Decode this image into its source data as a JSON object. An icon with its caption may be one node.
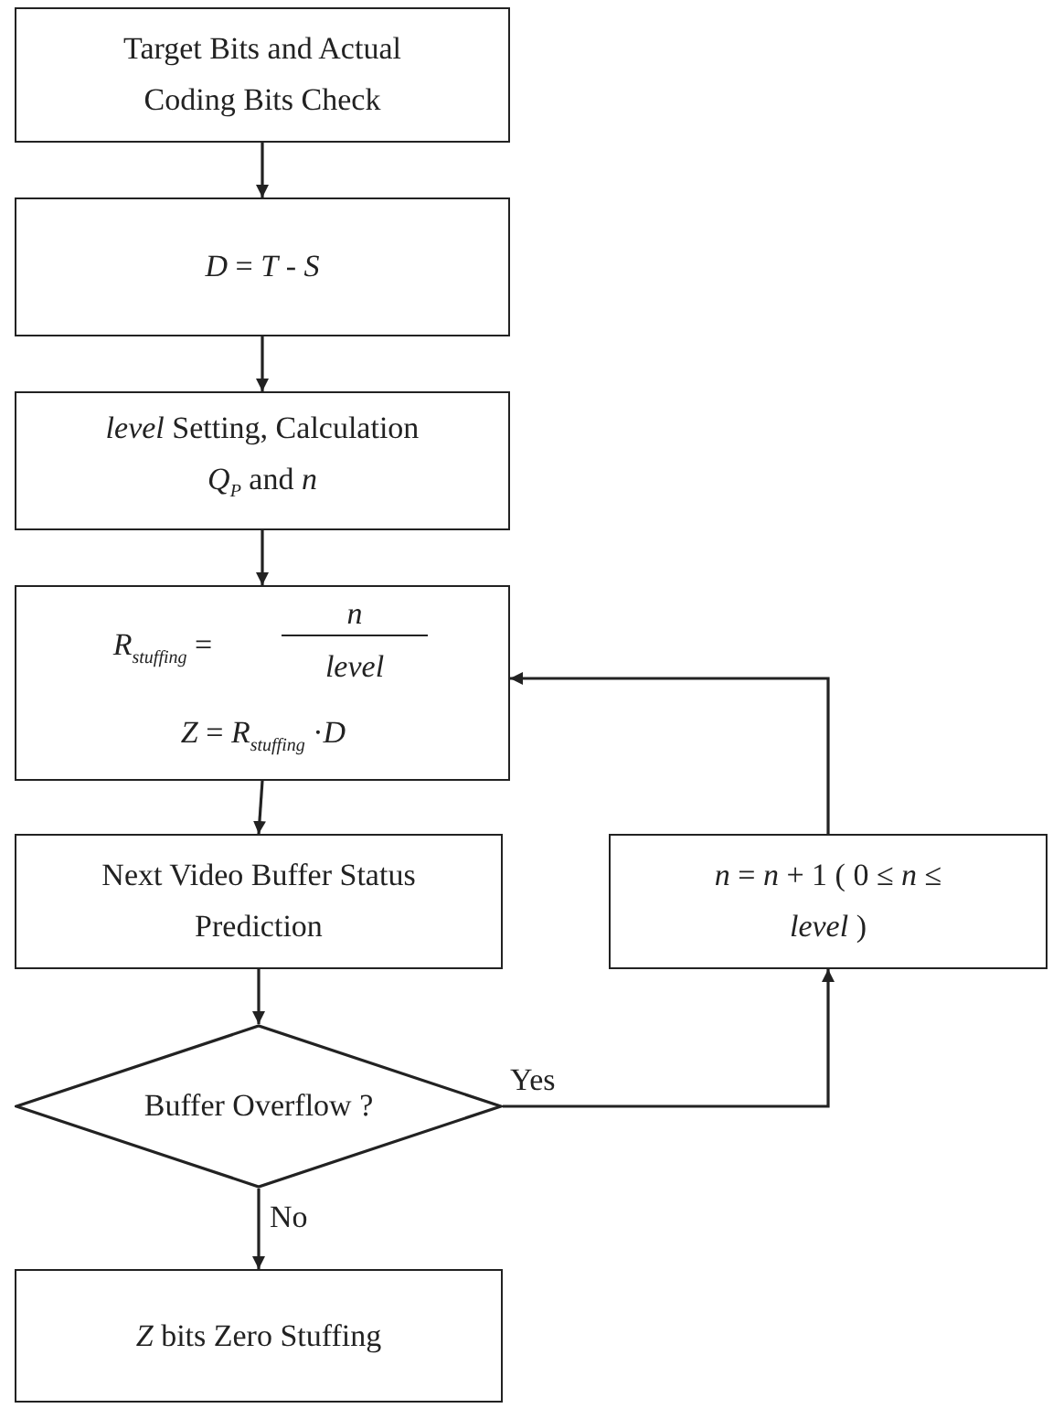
{
  "diagram": {
    "nodes": [
      {
        "text": [
          "Target Bits and Actual Coding Bits Check"
        ]
      },
      {
        "text": [
          "*D* = *T* - *S*"
        ]
      },
      {
        "text": [
          "*level* Setting, Calculation *Q*$_{P}$ and *n*"
        ]
      },
      {
        "text": [
          "*R*$_{stuffing}$ =",
          "*n*",
          "*level*",
          "*Z* = *R*$_{stuffing}$ ·*D*"
        ]
      },
      {
        "text": [
          "Next Video Buffer Status Prediction"
        ]
      },
      {
        "text": [
          "*n* = *n* + 1 ( 0 ≤ *n* ≤ *level* )"
        ]
      },
      {
        "text": [
          "Buffer Overflow ?"
        ]
      },
      {
        "text": [
          "*Z* bits Zero Stuffing"
        ]
      }
    ],
    "edges": [
      {
        "from": 0,
        "to": 1,
        "arrow": "to"
      },
      {
        "from": 1,
        "to": 2,
        "arrow": "to"
      },
      {
        "from": 2,
        "to": 3,
        "arrow": "to"
      },
      {
        "from": 3,
        "to": 4,
        "arrow": "to"
      },
      {
        "from": 4,
        "to": 6,
        "arrow": "to"
      },
      {
        "from": 6,
        "to": 5,
        "arrow": "to",
        "label": "Yes"
      },
      {
        "from": 6,
        "to": 7,
        "arrow": "to",
        "label": "No"
      },
      {
        "from": 5,
        "to": 3,
        "arrow": "to"
      }
    ]
  }
}
